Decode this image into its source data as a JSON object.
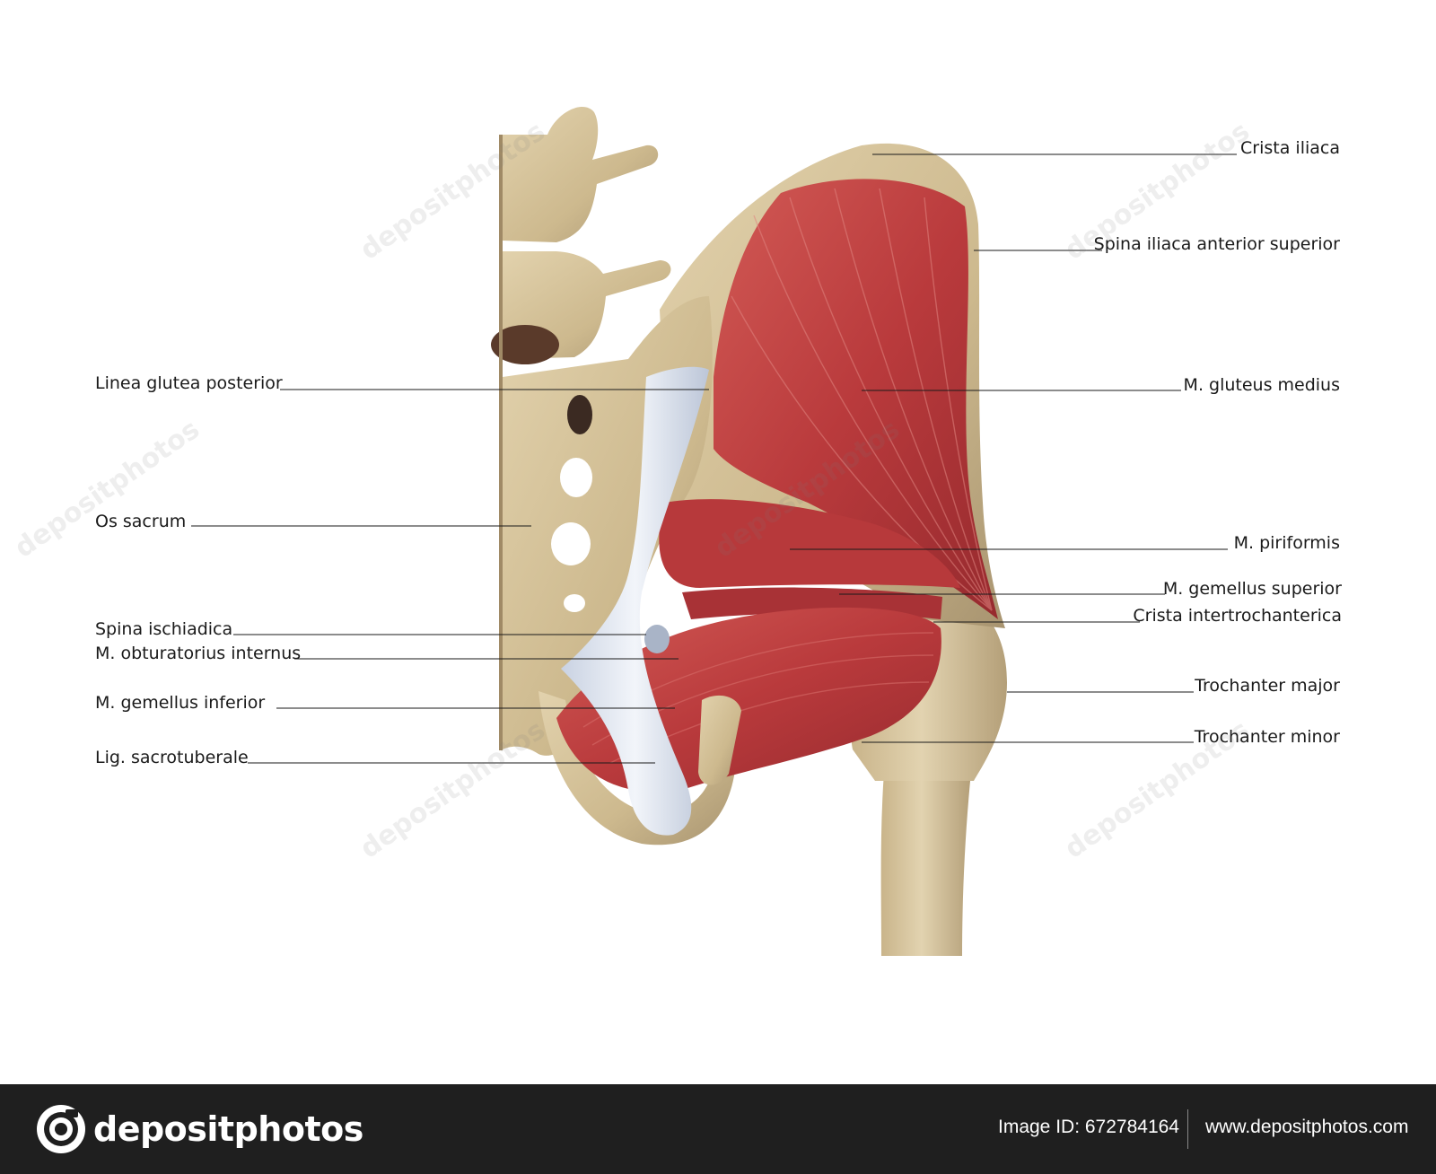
{
  "labels": {
    "left": [
      "Linea glutea posterior",
      "Os sacrum",
      "Spina ischiadica",
      "M. obturatorius internus",
      "M. gemellus inferior",
      "Lig. sacrotuberale"
    ],
    "right": [
      "Crista iliaca",
      "Spina iliaca anterior superior",
      "M. gluteus medius",
      "M. piriformis",
      "M. gemellus superior",
      "Crista intertrochanterica",
      "Trochanter major",
      "Trochanter minor"
    ]
  },
  "watermark": "depositphotos",
  "footer": {
    "logo_text": "depositphotos",
    "image_id": "Image ID: 672784164",
    "site_url": "www.depositphotos.com"
  },
  "colors": {
    "bone": "#d2bf98",
    "muscle": "#b5363a",
    "ligament": "#dfe5ef",
    "footer_bg": "#1f1f1f"
  }
}
